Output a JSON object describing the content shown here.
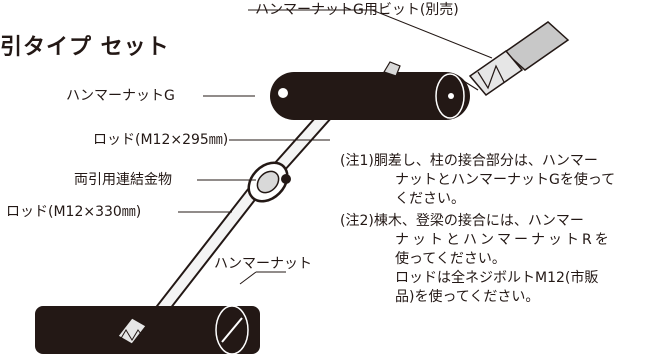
{
  "title": "引タイプ セット",
  "labels": {
    "bit": "ハンマーナットG用ビット(別売)",
    "hammer_nut_g": "ハンマーナットG",
    "rod_295": "ロッド(M12×295㎜)",
    "connector": "両引用連結金物",
    "rod_330": "ロッド(M12×330㎜)",
    "hammer_nut": "ハンマーナット"
  },
  "notes": {
    "note1": [
      "(注1)胴差し、柱の接合部分は、ハンマー",
      "ナットとハンマーナットGを使って",
      "ください。"
    ],
    "note2": [
      "(注2)棟木、登梁の接合には、ハンマー",
      "ナットとハンマーナットRを",
      "使ってください。",
      "ロッドは全ネジボルトM12(市販",
      "品)を使ってください。"
    ]
  }
}
